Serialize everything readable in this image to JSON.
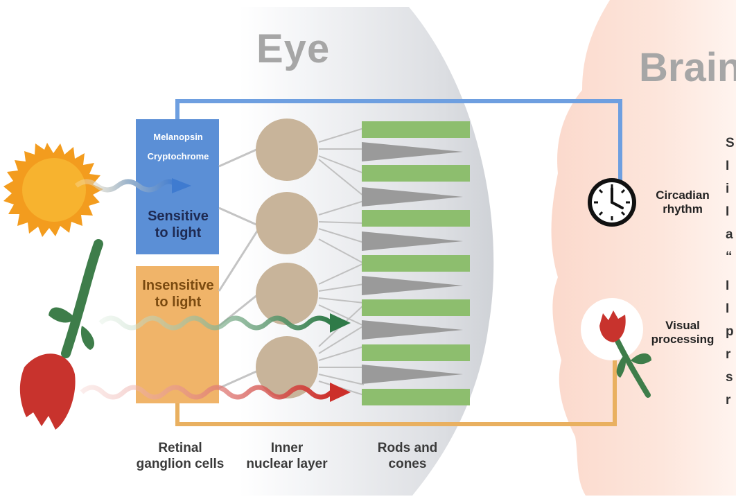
{
  "titles": {
    "eye": "Eye",
    "brain": "Brain"
  },
  "blue_box": {
    "line1": "Melanopsin",
    "line2": "Cryptochrome",
    "sensitive_line1": "Sensitive",
    "sensitive_line2": "to light"
  },
  "orange_box": {
    "line1": "Insensitive",
    "line2": "to light"
  },
  "bottom_labels": {
    "rgc_line1": "Retinal",
    "rgc_line2": "ganglion cells",
    "inl_line1": "Inner",
    "inl_line2": "nuclear layer",
    "rods_line1": "Rods and",
    "rods_line2": "cones"
  },
  "brain_labels": {
    "circadian_line1": "Circadian",
    "circadian_line2": "rhythm",
    "visual_line1": "Visual",
    "visual_line2": "processing"
  },
  "cut_off_letters": [
    "S",
    "I",
    "i",
    "I",
    "a",
    "“",
    "I",
    "I",
    "p",
    "r",
    "s",
    "r"
  ],
  "colors": {
    "blue_box": "#5b8fd6",
    "orange_box": "#f0b469",
    "nuclear_cell": "#c8b49a",
    "rod": "#8dbe6e",
    "cone": "#9a9a9a",
    "blue_line": "#6e9fe0",
    "orange_line": "#e9b060",
    "sun": "#f39c1e",
    "rose_red": "#c8332d",
    "stem_green": "#3e7d4a",
    "title_gray": "#a6a6a6"
  },
  "icons": [
    "sun-icon",
    "rose-icon",
    "clock-icon",
    "small-rose-icon"
  ]
}
